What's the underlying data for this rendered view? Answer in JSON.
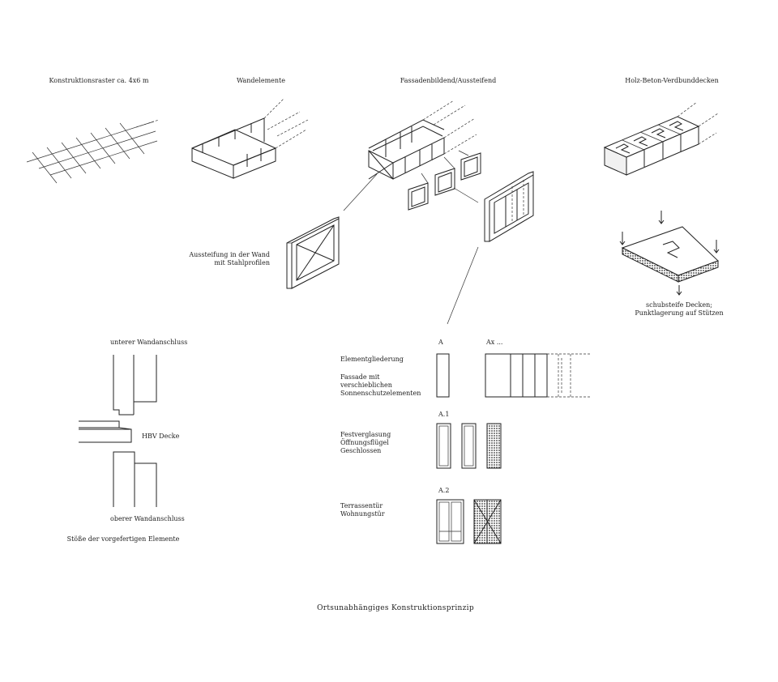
{
  "headings": {
    "raster": "Konstruktionsraster ca. 4x6 m",
    "wand": "Wandelemente",
    "fassade": "Fassadenbildend/Aussteifend",
    "decken": "Holz-Beton-Verdbunddecken"
  },
  "aussteifung": {
    "line1": "Aussteifung in der Wand",
    "line2": "mit Stahlprofilen"
  },
  "decke_note": {
    "line1": "schubsteife Decken;",
    "line2": "Punktlagerung auf Stützen"
  },
  "anschluss": {
    "unterer": "unterer Wandanschluss",
    "hbv": "HBV Decke",
    "oberer": "oberer Wandanschluss",
    "caption": "Stöße der vorgefertigen Elemente"
  },
  "elements": {
    "gliederung": "Elementgliederung",
    "fassade_l1": "Fassade mit",
    "fassade_l2": "verschieblichen",
    "fassade_l3": "Sonnenschutzelementen",
    "fest_l1": "Festverglasung",
    "fest_l2": "Öffnungsflügel",
    "fest_l3": "Geschlossen",
    "terr_l1": "Terrassentür",
    "terr_l2": "Wohnungstür",
    "code_a": "A",
    "code_ax": "Ax ...",
    "code_a1": "A.1",
    "code_a2": "A.2"
  },
  "title": "Ortsunabhängiges  Konstruktionsprinzip",
  "colors": {
    "line": "#222222",
    "background": "#ffffff"
  }
}
